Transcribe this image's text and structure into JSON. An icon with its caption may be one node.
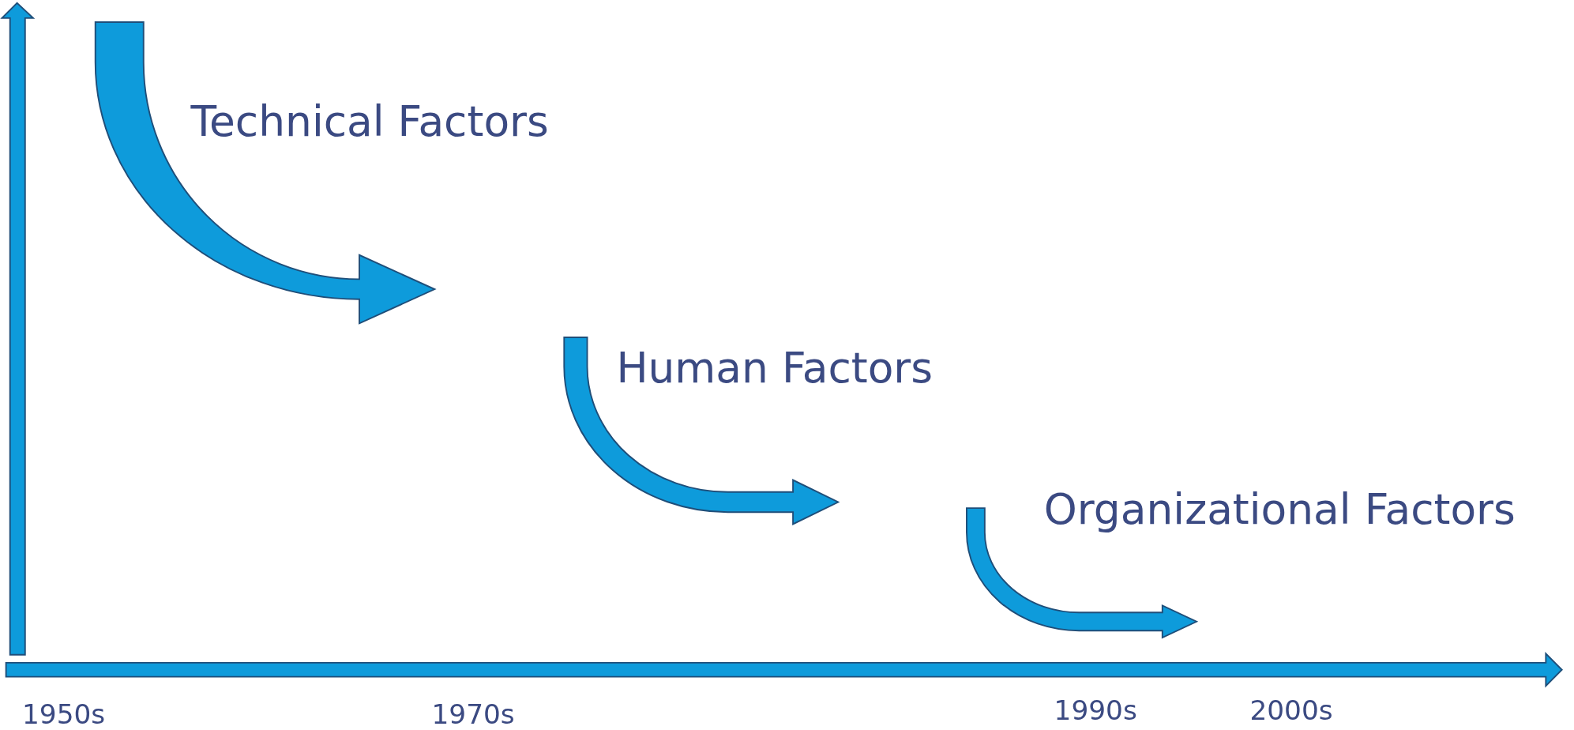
{
  "diagram": {
    "labels": [
      "Technical Factors",
      "Human Factors",
      "Organizational Factors",
      "1950s",
      "1970s",
      "1990s",
      "2000s"
    ]
  }
}
